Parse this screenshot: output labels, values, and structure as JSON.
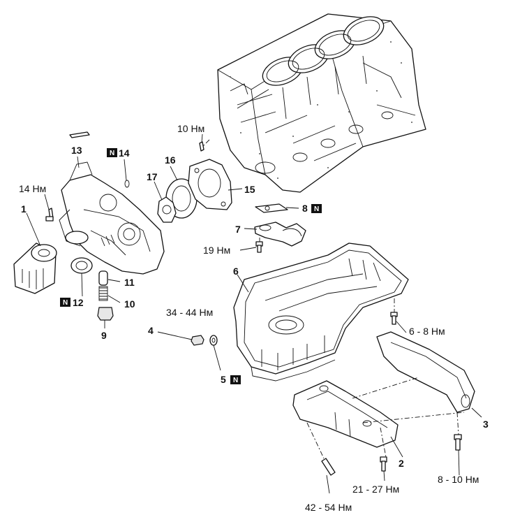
{
  "labels": {
    "p1": "1",
    "p2": "2",
    "p3": "3",
    "p4": "4",
    "p5": "5",
    "p6": "6",
    "p7": "7",
    "p8": "8",
    "p9": "9",
    "p10": "10",
    "p11": "11",
    "p12": "12",
    "p13": "13",
    "p14": "14",
    "p15": "15",
    "p16": "16",
    "p17": "17"
  },
  "new_part_marker": "N",
  "torques": {
    "t_14nm": "14 Нм",
    "t_10nm_top": "10 Нм",
    "t_19nm": "19 Нм",
    "t_34_44nm": "34 - 44 Нм",
    "t_6_8nm": "6 - 8 Нм",
    "t_8_10nm": "8 - 10 Нм",
    "t_21_27nm": "21 - 27 Нм",
    "t_42_54nm": "42 - 54 Нм"
  }
}
